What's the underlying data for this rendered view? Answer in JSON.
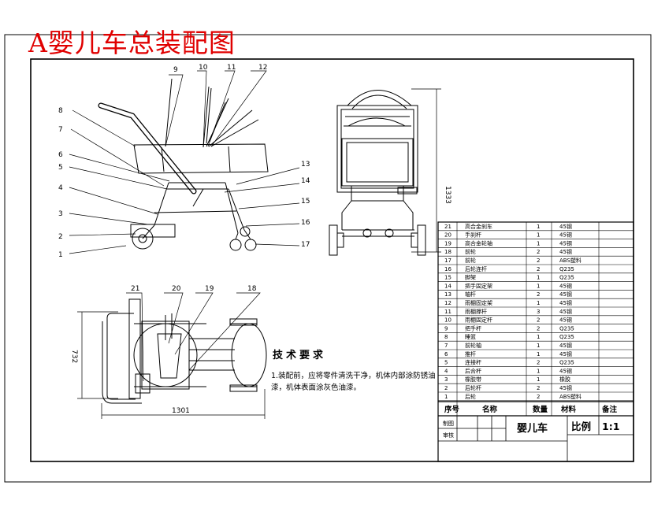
{
  "title": "A婴儿车总装配图",
  "callouts": [
    "1",
    "2",
    "3",
    "4",
    "5",
    "6",
    "7",
    "8",
    "9",
    "10",
    "11",
    "12",
    "13",
    "14",
    "15",
    "16",
    "17",
    "18",
    "19",
    "20",
    "21"
  ],
  "dimensions": {
    "side_height": "1333",
    "top_width": "1301",
    "top_depth": "732"
  },
  "technical_requirements": {
    "heading": "技术要求",
    "text": "1.装配前，应将零件清洗干净，机体内部涂防锈油漆，机体表面涂灰色油漆。"
  },
  "bom": {
    "headers": [
      "序号",
      "名称",
      "数量",
      "材料",
      "备注"
    ],
    "rows": [
      {
        "no": "21",
        "name": "高合金刹车",
        "qty": "1",
        "mat": "45钢"
      },
      {
        "no": "20",
        "name": "手刹杆",
        "qty": "1",
        "mat": "45钢"
      },
      {
        "no": "19",
        "name": "高合金轮轴",
        "qty": "1",
        "mat": "45钢"
      },
      {
        "no": "18",
        "name": "前轮",
        "qty": "2",
        "mat": "45钢"
      },
      {
        "no": "17",
        "name": "前轮",
        "qty": "2",
        "mat": "ABS塑料"
      },
      {
        "no": "16",
        "name": "后轮连杆",
        "qty": "2",
        "mat": "Q235"
      },
      {
        "no": "15",
        "name": "脚架",
        "qty": "1",
        "mat": "Q235"
      },
      {
        "no": "14",
        "name": "把手固定架",
        "qty": "1",
        "mat": "45钢"
      },
      {
        "no": "13",
        "name": "轴杆",
        "qty": "2",
        "mat": "45钢"
      },
      {
        "no": "12",
        "name": "雨棚固定架",
        "qty": "1",
        "mat": "45钢"
      },
      {
        "no": "11",
        "name": "雨棚撑杆",
        "qty": "3",
        "mat": "45钢"
      },
      {
        "no": "10",
        "name": "雨棚固定杆",
        "qty": "2",
        "mat": "45钢"
      },
      {
        "no": "9",
        "name": "把手杆",
        "qty": "2",
        "mat": "Q235"
      },
      {
        "no": "8",
        "name": "睡篮",
        "qty": "1",
        "mat": "Q235"
      },
      {
        "no": "7",
        "name": "前轮轴",
        "qty": "1",
        "mat": "45钢"
      },
      {
        "no": "6",
        "name": "推杆",
        "qty": "1",
        "mat": "45钢"
      },
      {
        "no": "5",
        "name": "连接杆",
        "qty": "2",
        "mat": "Q235"
      },
      {
        "no": "4",
        "name": "后合杆",
        "qty": "1",
        "mat": "45钢"
      },
      {
        "no": "3",
        "name": "橡胶带",
        "qty": "1",
        "mat": "橡胶"
      },
      {
        "no": "2",
        "name": "后轮杆",
        "qty": "2",
        "mat": "45钢"
      },
      {
        "no": "1",
        "name": "后轮",
        "qty": "2",
        "mat": "ABS塑料"
      }
    ]
  },
  "title_block": {
    "drawn_label": "制图",
    "checked_label": "审核",
    "part_name": "婴儿车",
    "scale_label": "比例",
    "scale_value": "1:1"
  }
}
